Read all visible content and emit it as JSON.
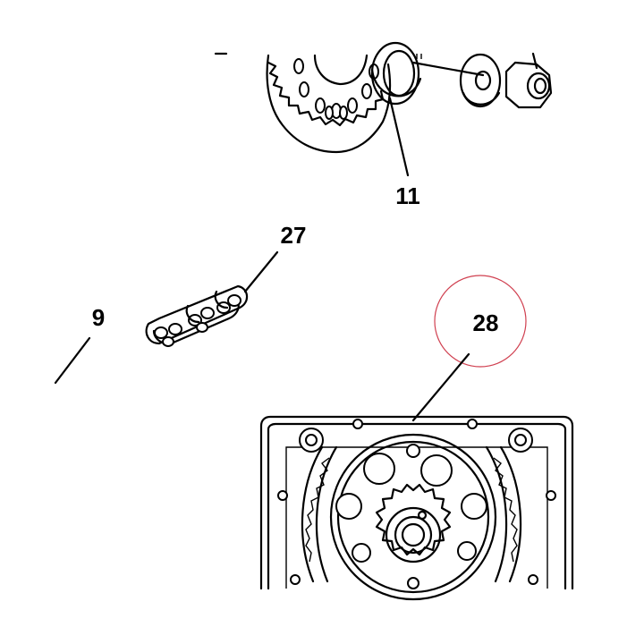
{
  "callouts": {
    "c11": "11",
    "c27": "27",
    "c9": "9",
    "c28": "28"
  },
  "highlight_color": "#d04050",
  "ink_color": "#000000"
}
